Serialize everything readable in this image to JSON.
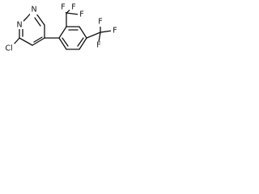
{
  "molecule": {
    "atoms": {
      "n_top": "N",
      "n_bottom": "N",
      "cl": "Cl",
      "cf3_top": {
        "f1": "F",
        "f2": "F",
        "f3": "F"
      },
      "cf3_right": {
        "f1": "F",
        "f2": "F",
        "f3": "F"
      }
    }
  }
}
